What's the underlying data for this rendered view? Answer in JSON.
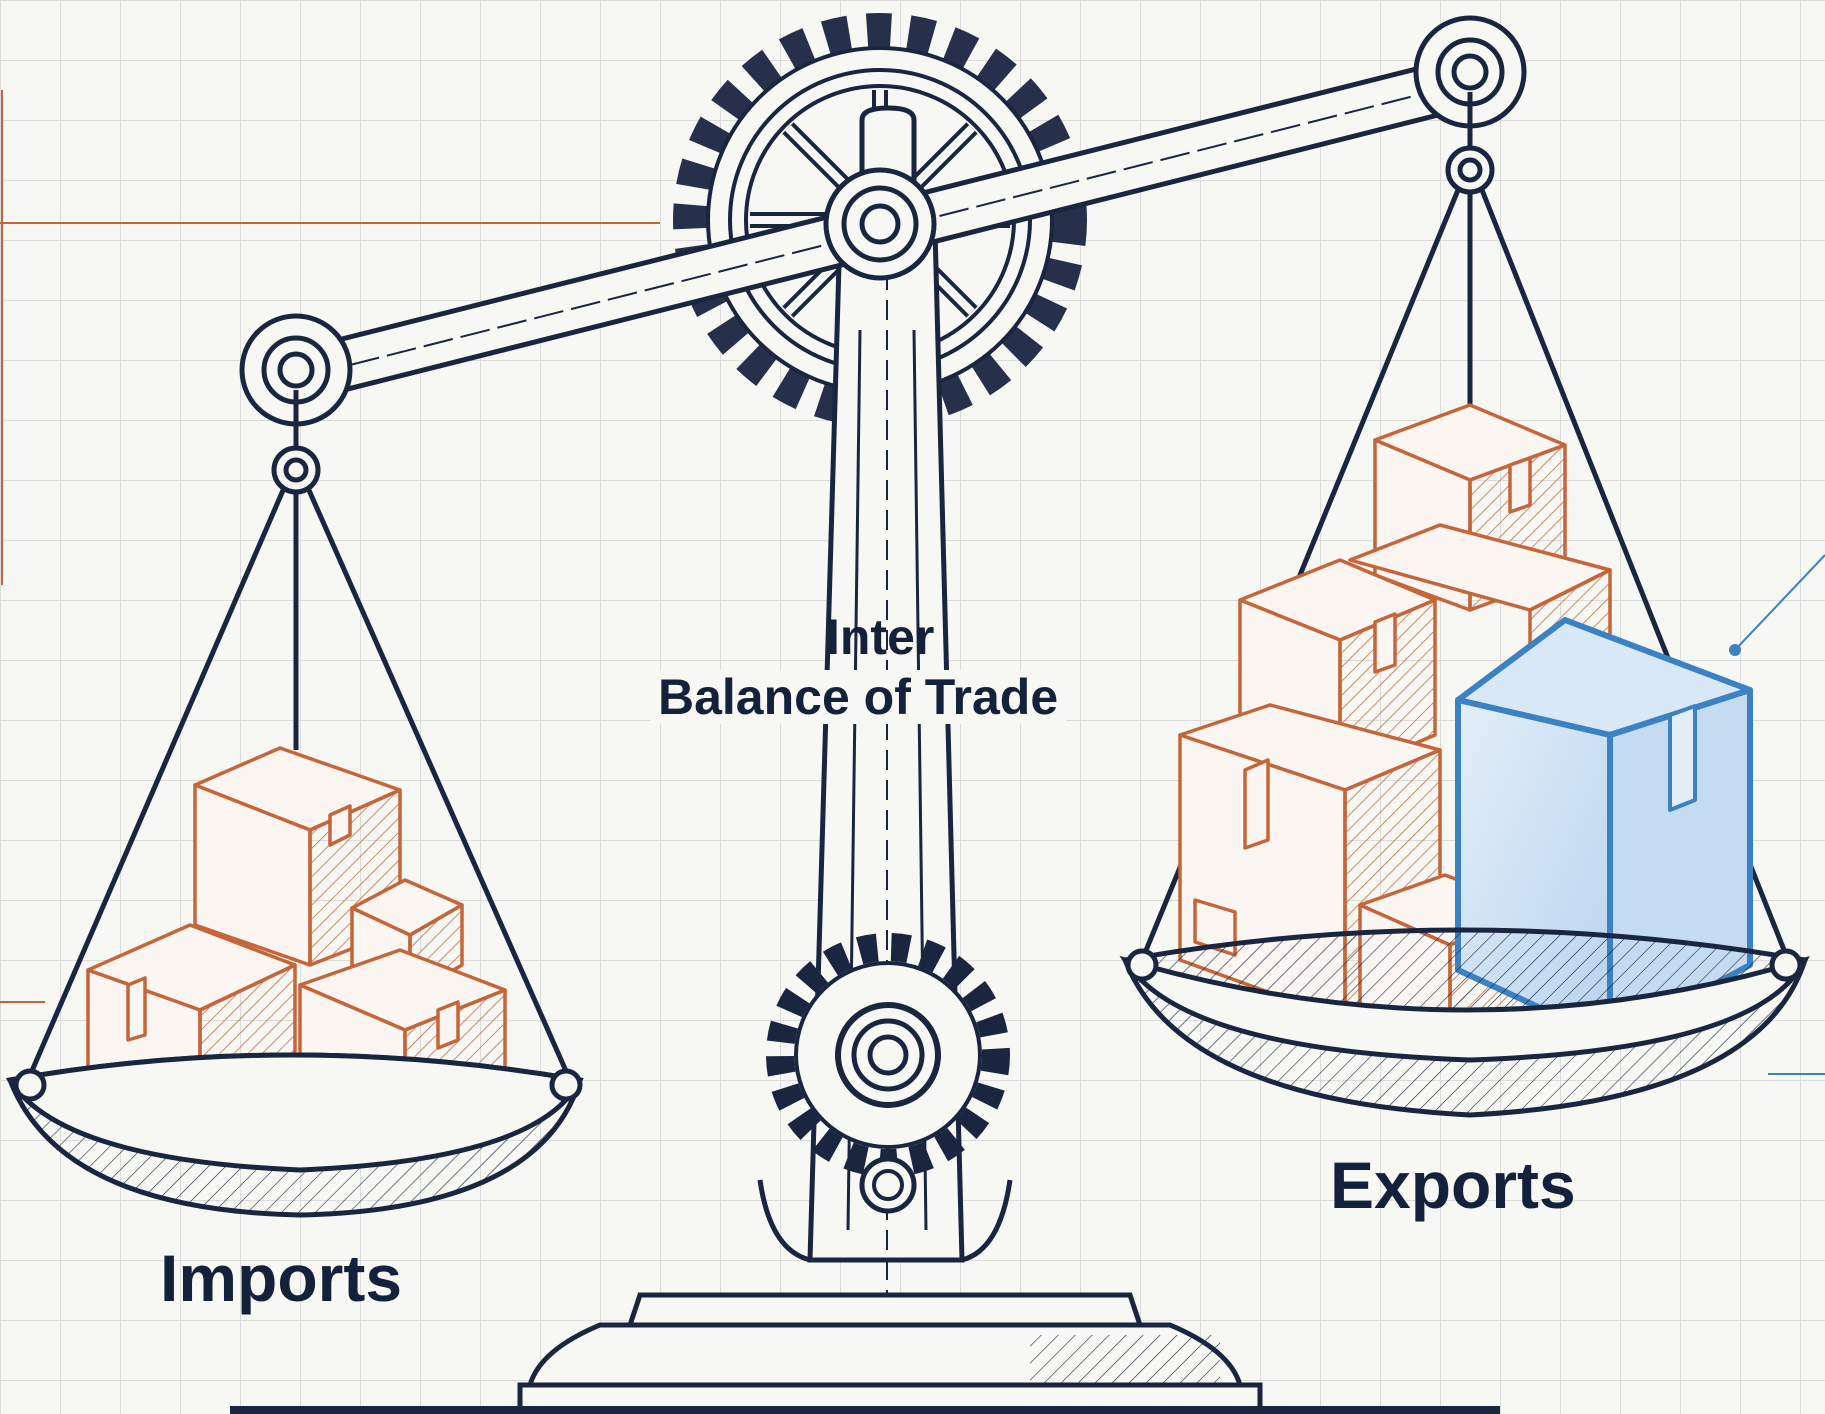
{
  "diagram": {
    "title_line1": "Inter",
    "title_line2": "Balance of Trade",
    "left_pan_label": "Imports",
    "right_pan_label": "Exports"
  },
  "colors": {
    "background": "#f7f7f4",
    "grid": "#dcdcdc",
    "outline": "#1a2540",
    "imports_boxes": "#c4663a",
    "exports_boxes": "#c4663a",
    "highlight_box": "#3a82c4",
    "highlight_fill": "#cfe2f5"
  },
  "icons": [
    "balance-scale-icon",
    "gear-icon",
    "cardboard-box-icon"
  ]
}
